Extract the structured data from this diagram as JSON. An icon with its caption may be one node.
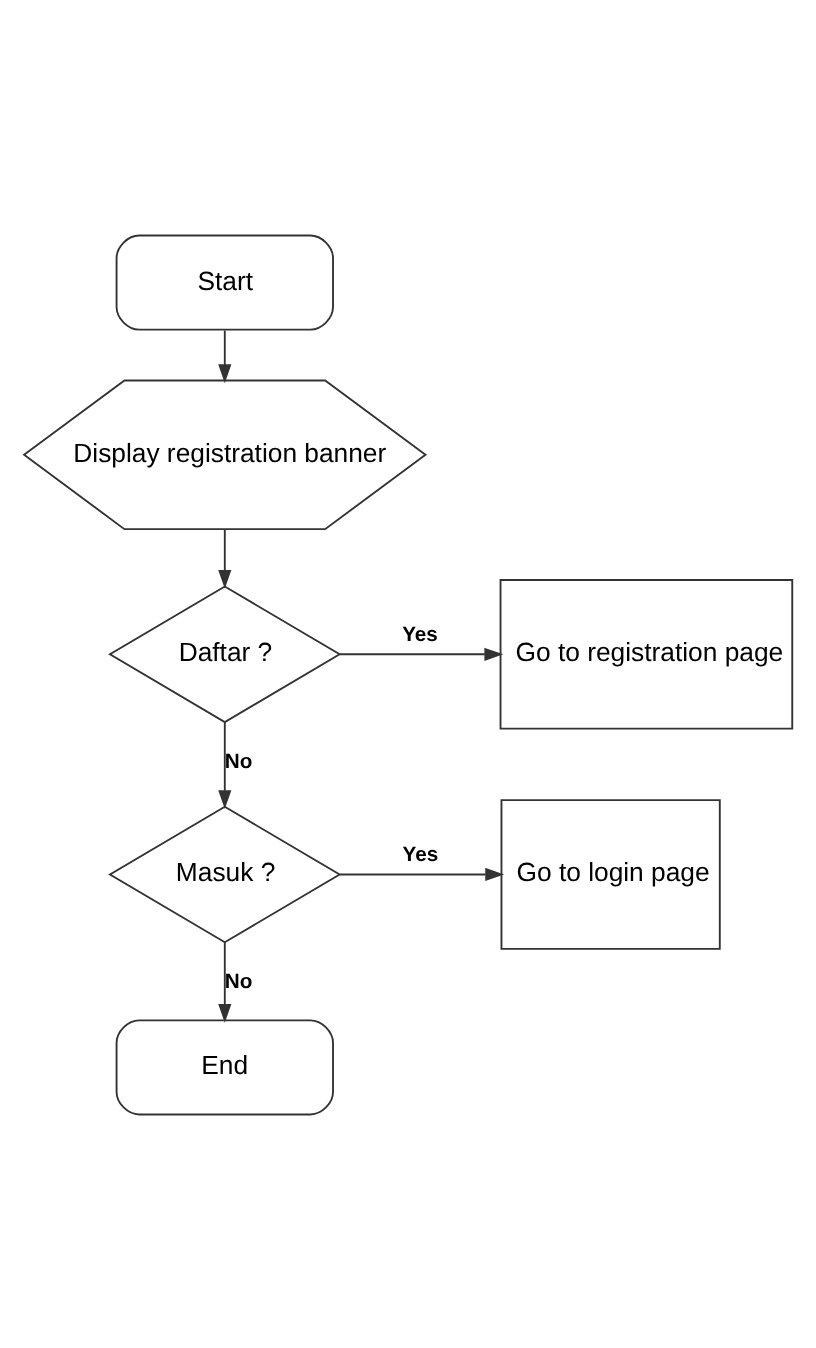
{
  "diagram": {
    "nodes": [
      {
        "text": [
          "Start"
        ]
      },
      {
        "text": [
          "Display registration banner"
        ]
      },
      {
        "text": [
          "Daftar ?"
        ]
      },
      {
        "text": [
          "Go to registration page"
        ]
      },
      {
        "text": [
          "Masuk ?"
        ]
      },
      {
        "text": [
          "Go to login page"
        ]
      },
      {
        "text": [
          "End"
        ]
      }
    ],
    "edges": [
      {
        "from": 0,
        "to": 1,
        "arrow": "to"
      },
      {
        "from": 1,
        "to": 2,
        "arrow": "to"
      },
      {
        "from": 2,
        "to": 3,
        "arrow": "to",
        "label": "Yes"
      },
      {
        "from": 2,
        "to": 4,
        "arrow": "to",
        "label": "No"
      },
      {
        "from": 4,
        "to": 5,
        "arrow": "to",
        "label": "Yes"
      },
      {
        "from": 4,
        "to": 6,
        "arrow": "to",
        "label": "No"
      }
    ]
  }
}
